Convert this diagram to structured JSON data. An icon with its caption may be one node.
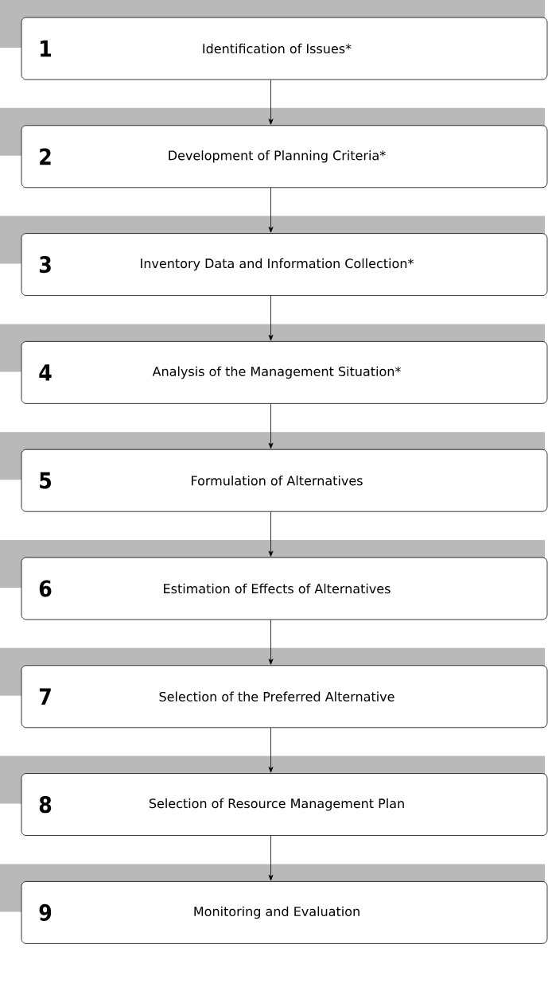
{
  "diagram": {
    "nodes": [
      {
        "text": [
          "1",
          "Identification of Issues*"
        ]
      },
      {
        "text": [
          "2",
          "Development of Planning Criteria*"
        ]
      },
      {
        "text": [
          "3",
          "Inventory Data and Information Collection*"
        ]
      },
      {
        "text": [
          "4",
          "Analysis of the Management Situation*"
        ]
      },
      {
        "text": [
          "5",
          "Formulation of Alternatives"
        ]
      },
      {
        "text": [
          "6",
          "Estimation of Effects of Alternatives"
        ]
      },
      {
        "text": [
          "7",
          "Selection of the Preferred Alternative"
        ]
      },
      {
        "text": [
          "8",
          "Selection of Resource Management Plan"
        ]
      },
      {
        "text": [
          "9",
          "Monitoring and Evaluation"
        ]
      }
    ],
    "edges": [
      {
        "from": 0,
        "to": 1,
        "arrow": "to"
      },
      {
        "from": 1,
        "to": 2,
        "arrow": "to"
      },
      {
        "from": 2,
        "to": 3,
        "arrow": "to"
      },
      {
        "from": 3,
        "to": 4,
        "arrow": "to"
      },
      {
        "from": 4,
        "to": 5,
        "arrow": "to"
      },
      {
        "from": 5,
        "to": 6,
        "arrow": "to"
      },
      {
        "from": 6,
        "to": 7,
        "arrow": "to"
      },
      {
        "from": 7,
        "to": 8,
        "arrow": "to"
      }
    ]
  }
}
